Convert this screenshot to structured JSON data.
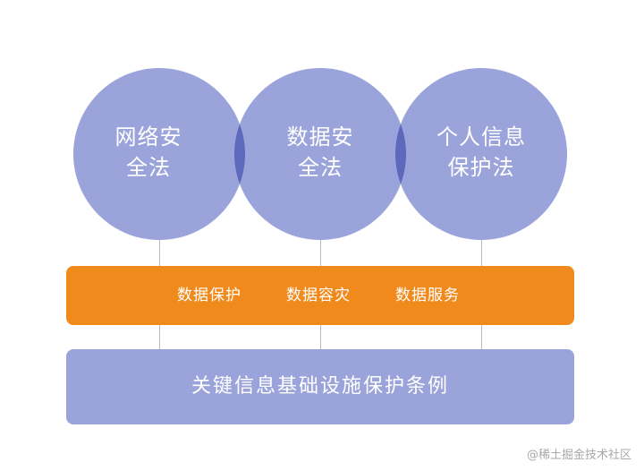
{
  "colors": {
    "circle": "#9ba3db",
    "band": "#f18a1d",
    "base": "#9ba3db",
    "connector": "#b9b9b9"
  },
  "circles": [
    {
      "line1": "网络安",
      "line2": "全法"
    },
    {
      "line1": "数据安",
      "line2": "全法"
    },
    {
      "line1": "个人信息",
      "line2": "保护法"
    }
  ],
  "band": {
    "items": [
      "数据保护",
      "数据容灾",
      "数据服务"
    ]
  },
  "base": {
    "label": "关键信息基础设施保护条例"
  },
  "watermark": "@稀土掘金技术社区"
}
